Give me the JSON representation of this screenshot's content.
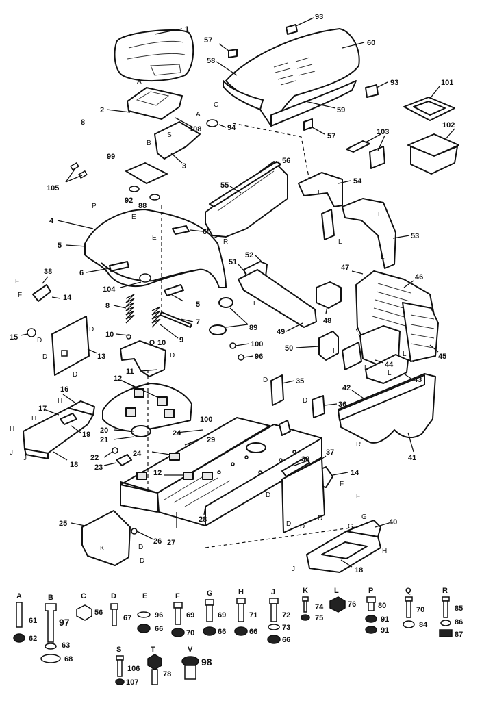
{
  "callouts": {
    "c1": "1",
    "c2": "2",
    "c3": "3",
    "c4": "4",
    "c5a": "5",
    "c5b": "5",
    "c6": "6",
    "c7": "7",
    "c8a": "8",
    "c8b": "8",
    "c9": "9",
    "c10a": "10",
    "c10b": "10",
    "c11": "11",
    "c12a": "12",
    "c12b": "12",
    "c13": "13",
    "c14a": "14",
    "c14b": "14",
    "c15": "15",
    "c16": "16",
    "c17": "17",
    "c18a": "18",
    "c18b": "18",
    "c19": "19",
    "c20": "20",
    "c21": "21",
    "c22": "22",
    "c23": "23",
    "c24a": "24",
    "c24b": "24",
    "c25": "25",
    "c26": "26",
    "c27": "27",
    "c28": "28",
    "c29": "29",
    "c35": "35",
    "c36": "36",
    "c37": "37",
    "c38a": "38",
    "c38b": "38",
    "c40": "40",
    "c41": "41",
    "c42": "42",
    "c43": "43",
    "c44": "44",
    "c45": "45",
    "c46": "46",
    "c47": "47",
    "c48": "48",
    "c49": "49",
    "c50": "50",
    "c51": "51",
    "c52": "52",
    "c53": "53",
    "c54": "54",
    "c55": "55",
    "c56": "56",
    "c57a": "57",
    "c57b": "57",
    "c58": "58",
    "c59": "59",
    "c60": "60",
    "c65": "65",
    "c88": "88",
    "c89": "89",
    "c92": "92",
    "c93a": "93",
    "c93b": "93",
    "c94": "94",
    "c96": "96",
    "c99": "99",
    "c100a": "100",
    "c100b": "100",
    "c101": "101",
    "c102": "102",
    "c103": "103",
    "c104": "104",
    "c105": "105",
    "c108": "108"
  },
  "letters": {
    "la1": "A",
    "la2": "A",
    "lb1": "B",
    "lc1": "C",
    "ld1": "D",
    "ld2": "D",
    "ld3": "D",
    "ld4": "D",
    "ld5": "D",
    "ld6": "D",
    "ld7": "D",
    "ld8": "D",
    "ld9": "D",
    "ld10": "D",
    "ld11": "D",
    "ld12": "D",
    "ld13": "D",
    "le1": "E",
    "le2": "E",
    "lf1": "F",
    "lf2": "F",
    "lf3": "F",
    "lf4": "F",
    "lg1": "G",
    "lg2": "G",
    "lh1": "H",
    "lh2": "H",
    "lh3": "H",
    "lh4": "H",
    "lj1": "J",
    "lj2": "J",
    "lj3": "J",
    "lk1": "K",
    "ll1": "L",
    "ll2": "L",
    "ll3": "L",
    "ll4": "L",
    "ll5": "L",
    "ll6": "L",
    "ll7": "L",
    "ll8": "L",
    "ll9": "L",
    "lp1": "P",
    "lr1": "R",
    "lr2": "R",
    "ls1": "S"
  },
  "hardware_key": [
    {
      "letter": "A",
      "parts": [
        "61",
        "62"
      ]
    },
    {
      "letter": "B",
      "parts": [
        "97",
        "63",
        "68"
      ]
    },
    {
      "letter": "C",
      "parts": [
        "56"
      ]
    },
    {
      "letter": "D",
      "parts": [
        "67"
      ]
    },
    {
      "letter": "E",
      "parts": [
        "96",
        "66"
      ]
    },
    {
      "letter": "F",
      "parts": [
        "69",
        "70"
      ]
    },
    {
      "letter": "G",
      "parts": [
        "69",
        "66"
      ]
    },
    {
      "letter": "H",
      "parts": [
        "71",
        "66"
      ]
    },
    {
      "letter": "J",
      "parts": [
        "72",
        "73",
        "66"
      ]
    },
    {
      "letter": "K",
      "parts": [
        "74",
        "75"
      ]
    },
    {
      "letter": "L",
      "parts": [
        "76"
      ]
    },
    {
      "letter": "P",
      "parts": [
        "80",
        "91",
        "91"
      ]
    },
    {
      "letter": "Q",
      "parts": [
        "70",
        "84"
      ]
    },
    {
      "letter": "R",
      "parts": [
        "85",
        "86",
        "87"
      ]
    },
    {
      "letter": "S",
      "parts": [
        "106",
        "107"
      ]
    },
    {
      "letter": "T",
      "parts": [
        "78"
      ]
    },
    {
      "letter": "V",
      "parts": [
        "98"
      ]
    }
  ]
}
